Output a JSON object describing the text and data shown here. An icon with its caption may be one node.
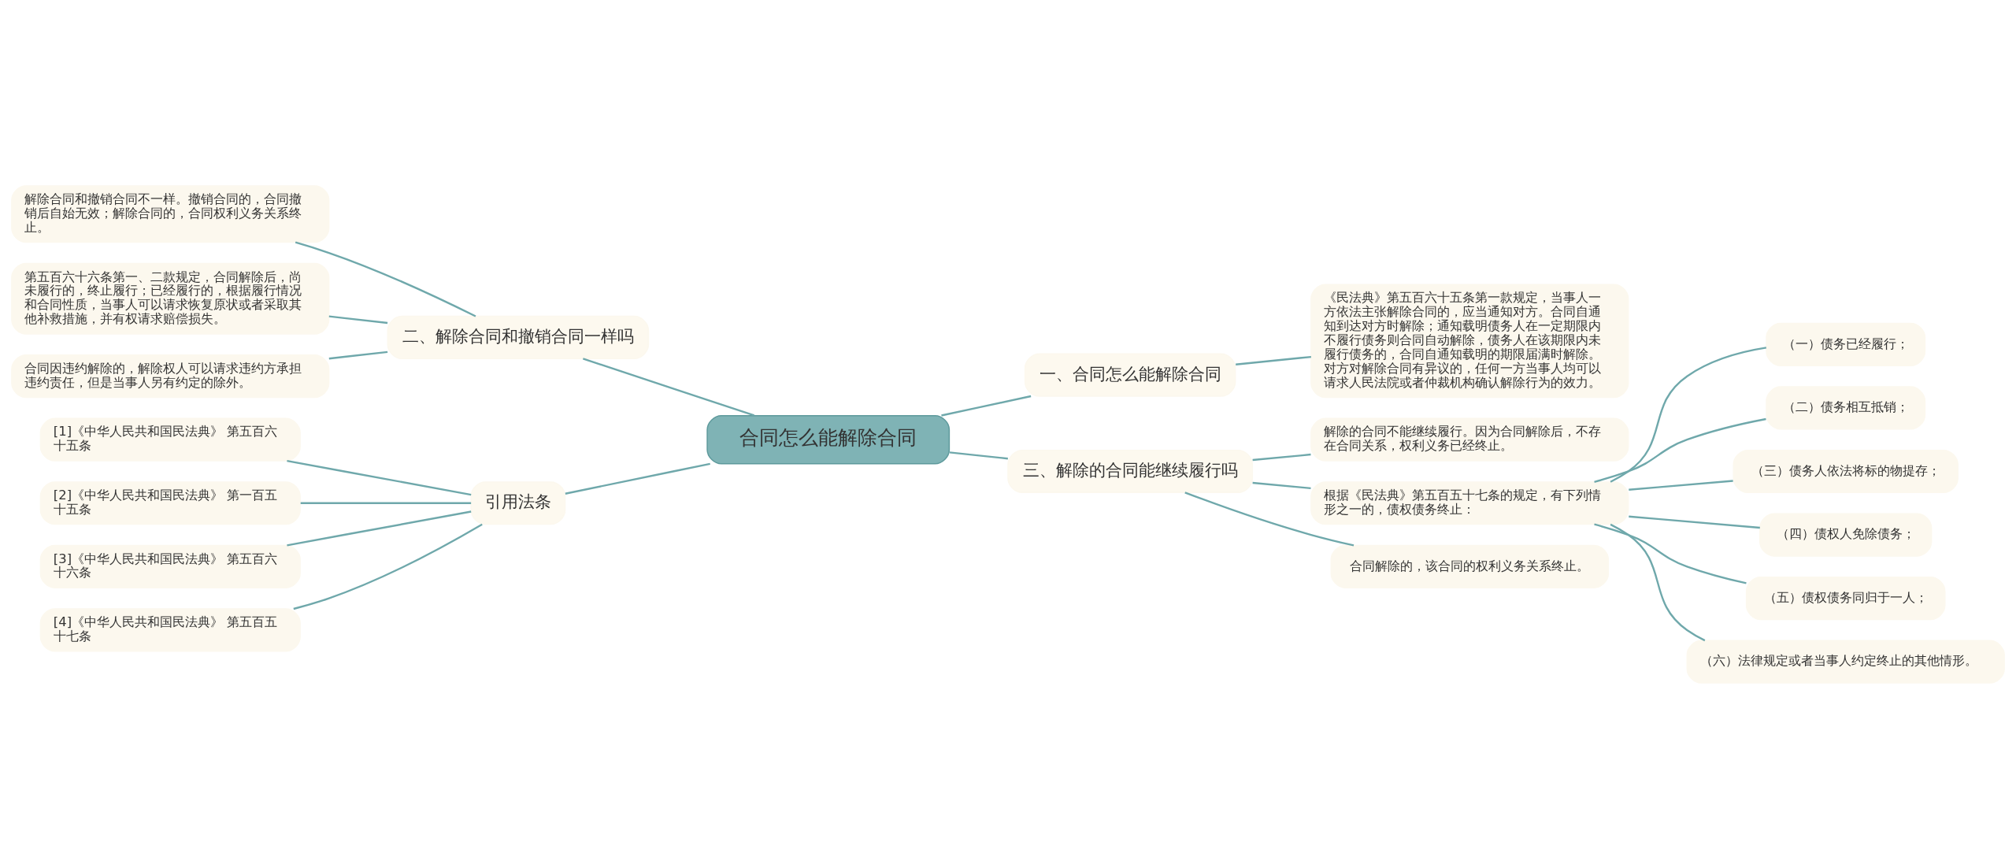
{
  "diagram": {
    "nodes": [
      {
        "text": [
          "合同怎么能解除合同"
        ]
      },
      {
        "text": [
          "一、合同怎么能解除合同"
        ]
      },
      {
        "text": [
          "《民法典》第五百六十五条第一款规定，当事人一方依法主张解除合同的，应当通知对方。合同自通知到达对方时解除；通知载明债务人在一定期限内不履行债务则合同自动解除，债务人在该期限内未履行债务的，合同自通知载明的期限届满时解除。对方对解除合同有异议的，任何一方当事人均可以请求人民法院或者仲裁机构确认解除行为的效力。"
        ]
      },
      {
        "text": [
          "二、解除合同和撤销合同一样吗"
        ]
      },
      {
        "text": [
          "解除合同和撤销合同不一样。撤销合同的，合同撤销后自始无效；解除合同的，合同权利义务关系终止。"
        ]
      },
      {
        "text": [
          "第五百六十六条第一、二款规定，合同解除后，尚未履行的，终止履行；已经履行的，根据履行情况和合同性质，当事人可以请求恢复原状或者采取其他补救措施，并有权请求赔偿损失。"
        ]
      },
      {
        "text": [
          "合同因违约解除的，解除权人可以请求违约方承担违约责任，但是当事人另有约定的除外。"
        ]
      },
      {
        "text": [
          "三、解除的合同能继续履行吗"
        ]
      },
      {
        "text": [
          "解除的合同不能继续履行。因为合同解除后，不存在合同关系，权利义务已经终止。"
        ]
      },
      {
        "text": [
          "根据《民法典》第五百五十七条的规定，有下列情形之一的，债权债务终止："
        ]
      },
      {
        "text": [
          "（一）债务已经履行；"
        ]
      },
      {
        "text": [
          "（二）债务相互抵销；"
        ]
      },
      {
        "text": [
          "（三）债务人依法将标的物提存；"
        ]
      },
      {
        "text": [
          "（四）债权人免除债务；"
        ]
      },
      {
        "text": [
          "（五）债权债务同归于一人；"
        ]
      },
      {
        "text": [
          "（六）法律规定或者当事人约定终止的其他情形。"
        ]
      },
      {
        "text": [
          "合同解除的，该合同的权利义务关系终止。"
        ]
      },
      {
        "text": [
          "引用法条"
        ]
      },
      {
        "text": [
          "[1]《中华人民共和国民法典》 第五百六十五条"
        ]
      },
      {
        "text": [
          "[2]《中华人民共和国民法典》 第一百五十五条"
        ]
      },
      {
        "text": [
          "[3]《中华人民共和国民法典》 第五百六十六条"
        ]
      },
      {
        "text": [
          "[4]《中华人民共和国民法典》 第五百五十七条"
        ]
      }
    ],
    "edges": [
      {
        "from": 0,
        "to": 1,
        "arrow": "none"
      },
      {
        "from": 1,
        "to": 2,
        "arrow": "none"
      },
      {
        "from": 0,
        "to": 3,
        "arrow": "none"
      },
      {
        "from": 3,
        "to": 4,
        "arrow": "none"
      },
      {
        "from": 3,
        "to": 5,
        "arrow": "none"
      },
      {
        "from": 3,
        "to": 6,
        "arrow": "none"
      },
      {
        "from": 0,
        "to": 7,
        "arrow": "none"
      },
      {
        "from": 7,
        "to": 8,
        "arrow": "none"
      },
      {
        "from": 7,
        "to": 9,
        "arrow": "none"
      },
      {
        "from": 9,
        "to": 10,
        "arrow": "none"
      },
      {
        "from": 9,
        "to": 11,
        "arrow": "none"
      },
      {
        "from": 9,
        "to": 12,
        "arrow": "none"
      },
      {
        "from": 9,
        "to": 13,
        "arrow": "none"
      },
      {
        "from": 9,
        "to": 14,
        "arrow": "none"
      },
      {
        "from": 9,
        "to": 15,
        "arrow": "none"
      },
      {
        "from": 7,
        "to": 16,
        "arrow": "none"
      },
      {
        "from": 0,
        "to": 17,
        "arrow": "none"
      },
      {
        "from": 17,
        "to": 18,
        "arrow": "none"
      },
      {
        "from": 17,
        "to": 19,
        "arrow": "none"
      },
      {
        "from": 17,
        "to": 20,
        "arrow": "none"
      },
      {
        "from": 17,
        "to": 21,
        "arrow": "none"
      }
    ]
  }
}
